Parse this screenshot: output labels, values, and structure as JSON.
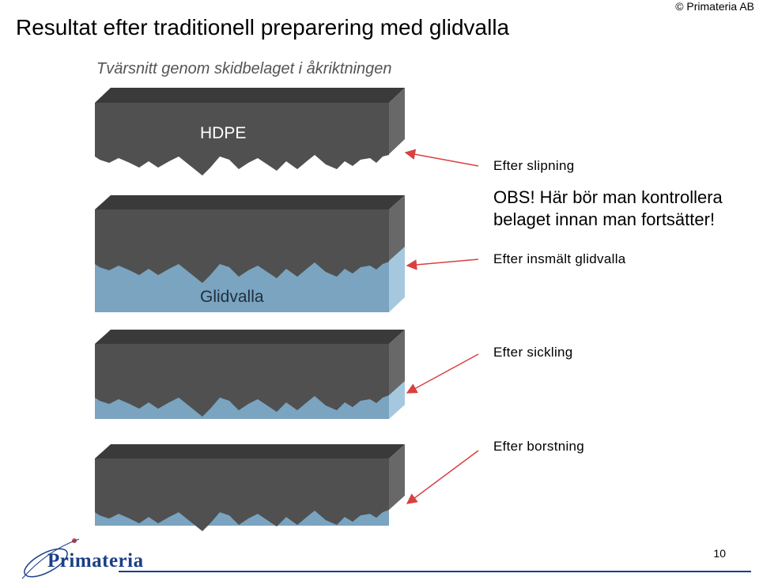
{
  "header": {
    "title": "Resultat efter traditionell preparering med glidvalla",
    "copyright": "© Primateria AB",
    "subtitle": "Tvärsnitt genom skidbelaget i åkriktningen"
  },
  "panels": [
    {
      "label": "Efter slipning",
      "inner_label": "HDPE"
    },
    {
      "label": "Efter insmält glidvalla",
      "inner_label": "Glidvalla"
    },
    {
      "label": "Efter sickling"
    },
    {
      "label": "Efter borstning"
    }
  ],
  "note": {
    "line1": "OBS! Här bör man kontrollera",
    "line2": "belaget innan man fortsätter!"
  },
  "colors": {
    "hdpe_front": "#505050",
    "hdpe_top": "#3a3a3a",
    "hdpe_side": "#686868",
    "wax_front": "#7aa4c0",
    "wax_side": "#a6c8de",
    "arrow": "#d94040",
    "brand": "#1a3f87"
  },
  "footer": {
    "logo_text": "Primateria",
    "page_number": "10"
  }
}
